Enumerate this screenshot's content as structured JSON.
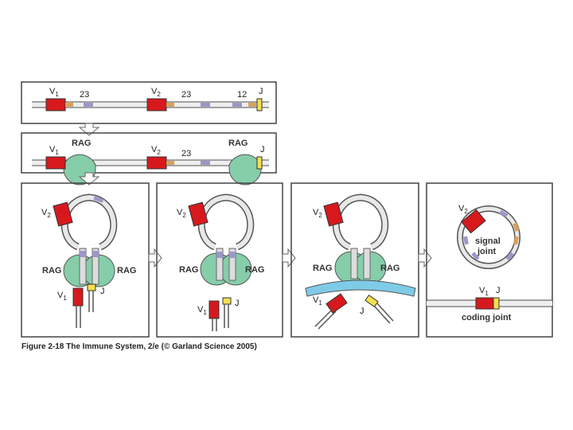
{
  "figure": {
    "caption": "Figure 2-18 The Immune System, 2/e (© Garland Science 2005)"
  },
  "labels": {
    "v1": "V",
    "v1_sub": "1",
    "v2": "V",
    "v2_sub": "2",
    "j": "J",
    "rag": "RAG",
    "rss23": "23",
    "rss12": "12",
    "signal": "signal",
    "joint": "joint",
    "coding_joint": "coding joint",
    "v1j": "V",
    "v1j_sub": "1",
    "v1j_j": "J"
  },
  "colors": {
    "gene_segment": "#d7191e",
    "j_segment": "#f4e04d",
    "rag": "#86cda9",
    "heptamer": "#d8a15b",
    "nonamer": "#9c97c9",
    "ku_complex": "#7ecbe8",
    "border": "#444444"
  }
}
